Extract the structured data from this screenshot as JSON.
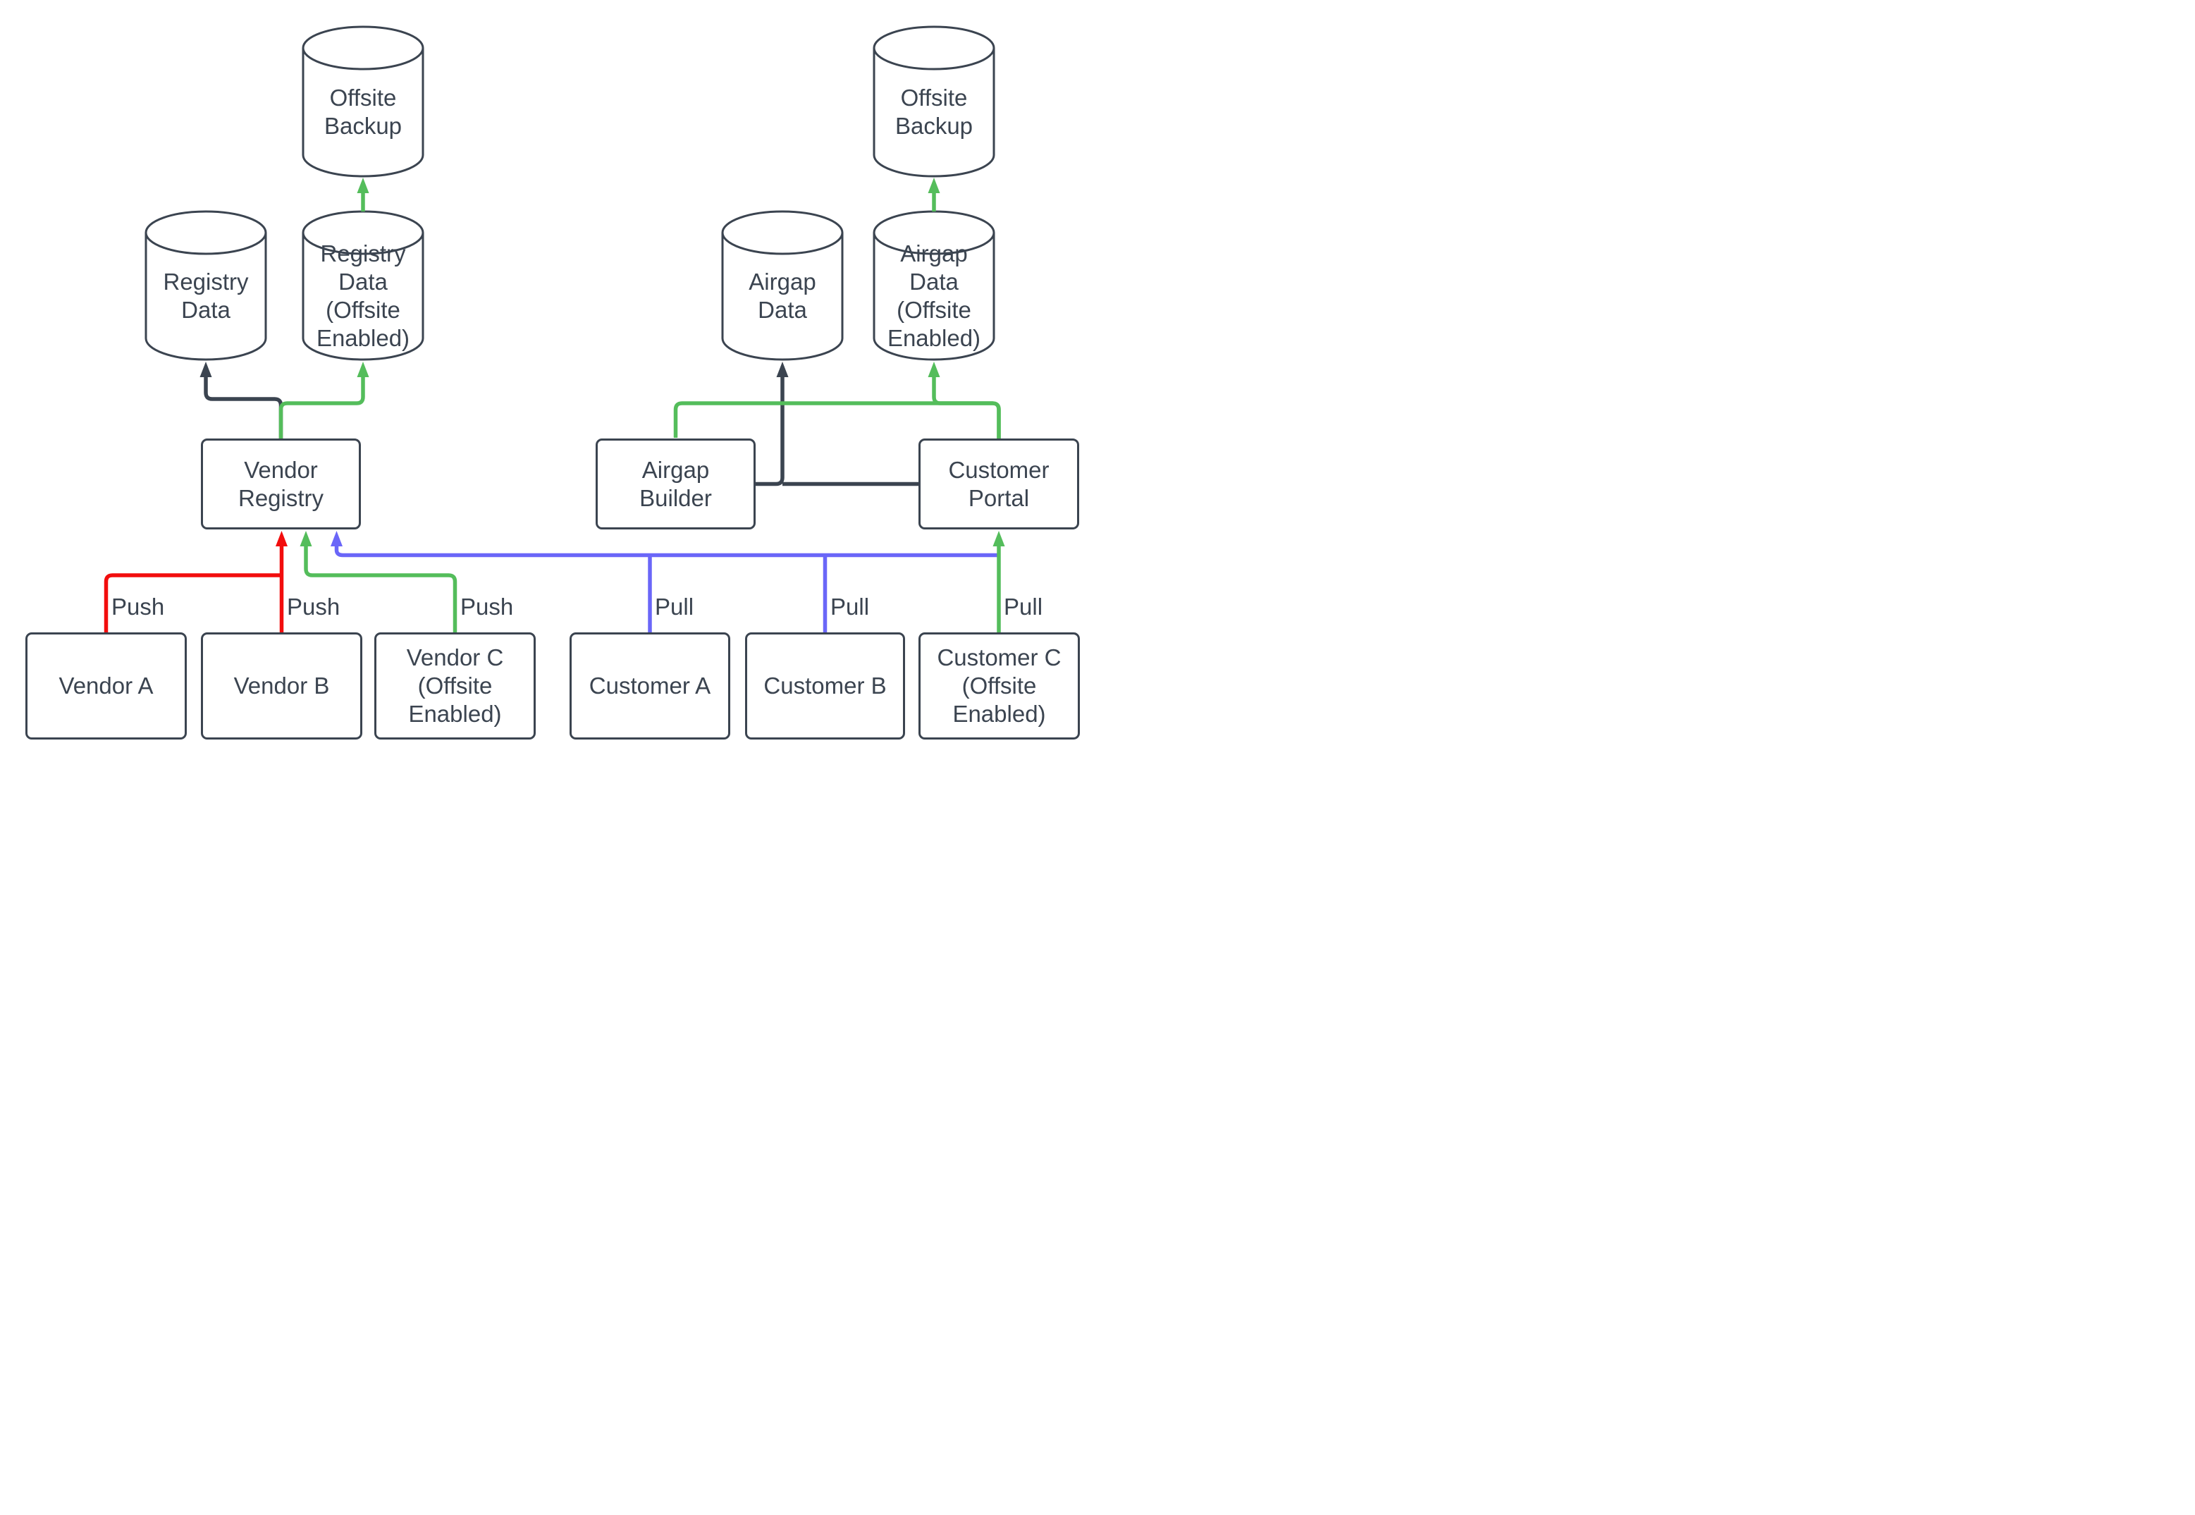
{
  "colors": {
    "ink": "#3B4450",
    "green": "#54BD5B",
    "red": "#F20D0D",
    "blue": "#6A66F8",
    "background": "#FFFFFF"
  },
  "nodes": {
    "offsite_backup_left": "Offsite Backup",
    "offsite_backup_right": "Offsite Backup",
    "registry_data": "Registry Data",
    "registry_data_offsite": "Registry Data (Offsite Enabled)",
    "airgap_data": "Airgap Data",
    "airgap_data_offsite": "Airgap Data (Offsite Enabled)",
    "vendor_registry": "Vendor Registry",
    "airgap_builder": "Airgap Builder",
    "customer_portal": "Customer Portal",
    "vendor_a": "Vendor A",
    "vendor_b": "Vendor B",
    "vendor_c": "Vendor C (Offsite Enabled)",
    "customer_a": "Customer A",
    "customer_b": "Customer B",
    "customer_c": "Customer C (Offsite Enabled)"
  },
  "edge_labels": {
    "push_vendor_a": "Push",
    "push_vendor_b": "Push",
    "push_vendor_c": "Push",
    "pull_customer_a": "Pull",
    "pull_customer_b": "Pull",
    "pull_customer_c": "Pull"
  }
}
